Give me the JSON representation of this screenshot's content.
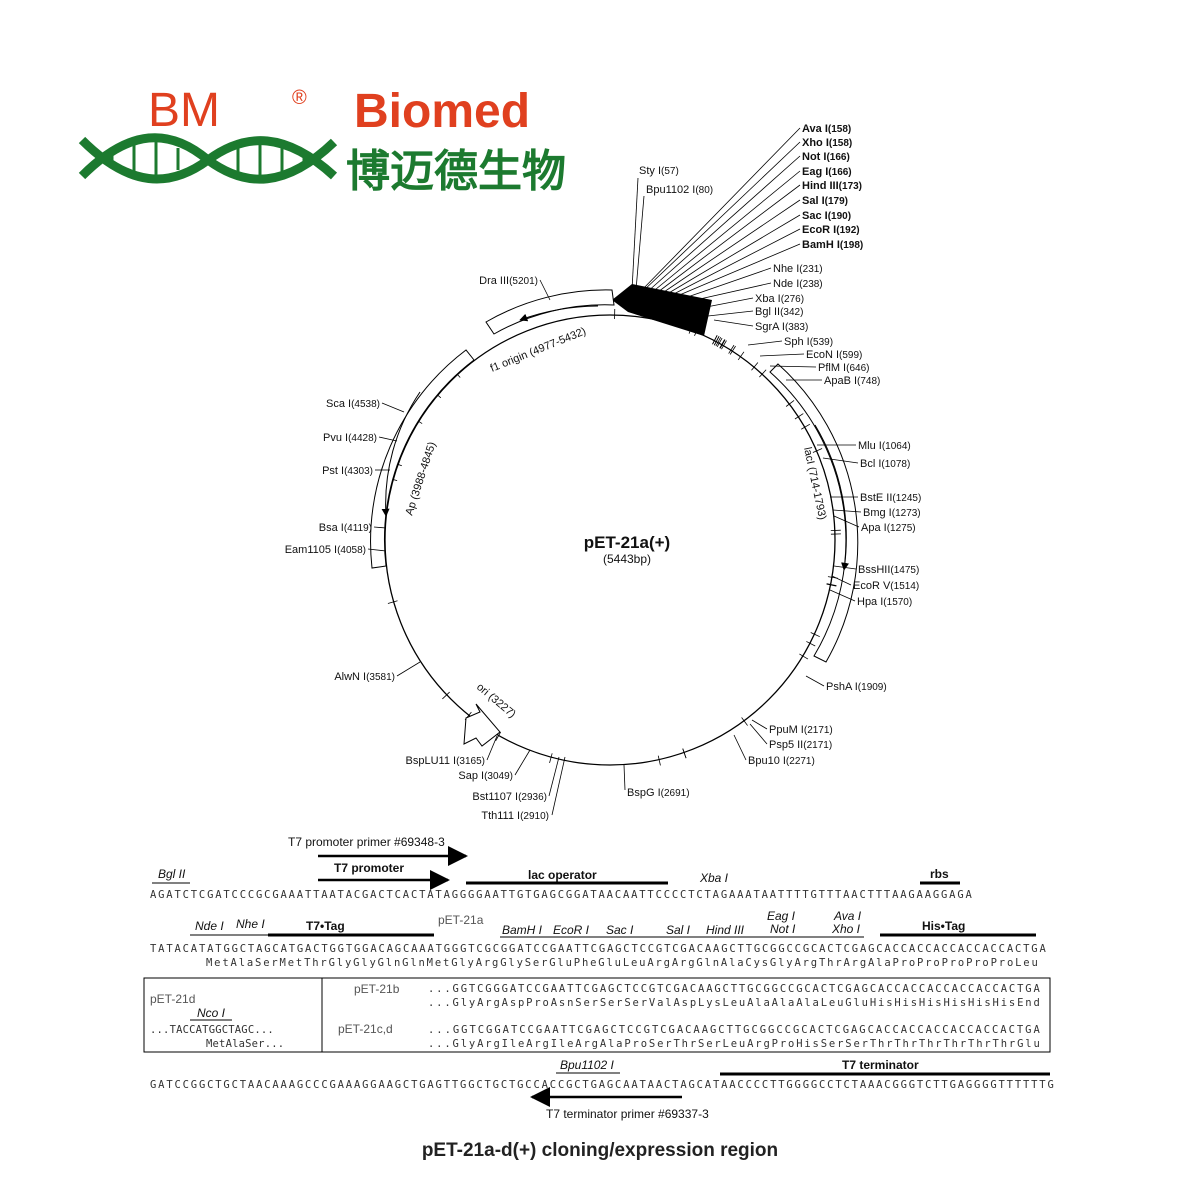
{
  "logo": {
    "bm": "BM",
    "reg": "®",
    "brand": "Biomed",
    "chinese": "博迈德生物",
    "colors": {
      "red": "#e0401f",
      "green": "#1c7a2f"
    }
  },
  "plasmid": {
    "name": "pET-21a(+)",
    "size": "(5443bp)",
    "total_bp": 5443,
    "features": [
      {
        "label": "lacI (714-1793)"
      },
      {
        "label": "Ap (3988-4845)"
      },
      {
        "label": "f1 origin (4977-5432)"
      },
      {
        "label": "ori (3227)"
      }
    ],
    "sites": [
      {
        "name": "Sty I",
        "pos": "(57)",
        "bold": false
      },
      {
        "name": "Bpu1102 I",
        "pos": "(80)",
        "bold": false
      },
      {
        "name": "Ava I",
        "pos": "(158)",
        "bold": true
      },
      {
        "name": "Xho I",
        "pos": "(158)",
        "bold": true
      },
      {
        "name": "Not I",
        "pos": "(166)",
        "bold": true
      },
      {
        "name": "Eag I",
        "pos": "(166)",
        "bold": true
      },
      {
        "name": "Hind III",
        "pos": "(173)",
        "bold": true
      },
      {
        "name": "Sal I",
        "pos": "(179)",
        "bold": true
      },
      {
        "name": "Sac I",
        "pos": "(190)",
        "bold": true
      },
      {
        "name": "EcoR I",
        "pos": "(192)",
        "bold": true
      },
      {
        "name": "BamH I",
        "pos": "(198)",
        "bold": true
      },
      {
        "name": "Nhe I",
        "pos": "(231)",
        "bold": false
      },
      {
        "name": "Nde I",
        "pos": "(238)",
        "bold": false
      },
      {
        "name": "Xba I",
        "pos": "(276)",
        "bold": false
      },
      {
        "name": "Bgl II",
        "pos": "(342)",
        "bold": false
      },
      {
        "name": "SgrA I",
        "pos": "(383)",
        "bold": false
      },
      {
        "name": "Sph I",
        "pos": "(539)",
        "bold": false
      },
      {
        "name": "EcoN I",
        "pos": "(599)",
        "bold": false
      },
      {
        "name": "PflM I",
        "pos": "(646)",
        "bold": false
      },
      {
        "name": "ApaB I",
        "pos": "(748)",
        "bold": false
      },
      {
        "name": "Mlu I",
        "pos": "(1064)",
        "bold": false
      },
      {
        "name": "Bcl I",
        "pos": "(1078)",
        "bold": false
      },
      {
        "name": "BstE II",
        "pos": "(1245)",
        "bold": false
      },
      {
        "name": "Bmg I",
        "pos": "(1273)",
        "bold": false
      },
      {
        "name": "Apa I",
        "pos": "(1275)",
        "bold": false
      },
      {
        "name": "BssHII",
        "pos": "(1475)",
        "bold": false
      },
      {
        "name": "EcoR V",
        "pos": "(1514)",
        "bold": false
      },
      {
        "name": "Hpa I",
        "pos": "(1570)",
        "bold": false
      },
      {
        "name": "PshA I",
        "pos": "(1909)",
        "bold": false
      },
      {
        "name": "PpuM I",
        "pos": "(2171)",
        "bold": false
      },
      {
        "name": "Psp5 II",
        "pos": "(2171)",
        "bold": false
      },
      {
        "name": "Bpu10 I",
        "pos": "(2271)",
        "bold": false
      },
      {
        "name": "BspG I",
        "pos": "(2691)",
        "bold": false
      },
      {
        "name": "Tth111 I",
        "pos": "(2910)",
        "bold": false
      },
      {
        "name": "Bst1107 I",
        "pos": "(2936)",
        "bold": false
      },
      {
        "name": "Sap I",
        "pos": "(3049)",
        "bold": false
      },
      {
        "name": "BspLU11 I",
        "pos": "(3165)",
        "bold": false
      },
      {
        "name": "AlwN I",
        "pos": "(3581)",
        "bold": false
      },
      {
        "name": "Eam1105 I",
        "pos": "(4058)",
        "bold": false
      },
      {
        "name": "Bsa I",
        "pos": "(4119)",
        "bold": false
      },
      {
        "name": "Pst I",
        "pos": "(4303)",
        "bold": false
      },
      {
        "name": "Pvu I",
        "pos": "(4428)",
        "bold": false
      },
      {
        "name": "Sca I",
        "pos": "(4538)",
        "bold": false
      },
      {
        "name": "Dra III",
        "pos": "(5201)",
        "bold": false
      }
    ]
  },
  "region": {
    "primer1": "T7 promoter primer #69348-3",
    "promoter": "T7 promoter",
    "lac_operator": "lac operator",
    "xba": "Xba I",
    "bgl": "Bgl II",
    "rbs": "rbs",
    "seq1": "AGATCTCGATCCCGCGAAATTAATACGACTCACTATAGGGGAATTGTGAGCGGATAACAATTCCCCTCTAGAAATAATTTTGTTTAACTTTAAGAAGGAGA",
    "nde": "Nde I",
    "nhe": "Nhe I",
    "t7tag": "T7•Tag",
    "pet21a": "pET-21a",
    "bamh": "BamH I",
    "ecor": "EcoR I",
    "sac": "Sac I",
    "sal": "Sal I",
    "hind": "Hind III",
    "eag": "Eag I",
    "not": "Not I",
    "ava": "Ava I",
    "xho": "Xho I",
    "histag": "His•Tag",
    "seq2": "TATACATATGGCTAGCATGACTGGTGGACAGCAAATGGGTCGCGGATCCGAATTCGAGCTCCGTCGACAAGCTTGCGGCCGCACTCGAGCACCACCACCACCACCACTGA",
    "aa2": "MetAlaSerMetThrGlyGlyGlnGlnMetGlyArgGlySerGluPheGluLeuArgArgGlnAlaCysGlyArgThrArgAlaProProProProProLeu",
    "pet21d": "pET-21d",
    "nco": "Nco I",
    "d_seq": "...TACCATGGCTAGC...",
    "d_aa": "MetAlaSer...",
    "pet21b": "pET-21b",
    "b_seq": "...GGTCGGGATCCGAATTCGAGCTCCGTCGACAAGCTTGCGGCCGCACTCGAGCACCACCACCACCACCACTGA",
    "b_aa": "...GlyArgAspProAsnSerSerSerValAspLysLeuAlaAlaAlaLeuGluHisHisHisHisHisHisEnd",
    "pet21cd": "pET-21c,d",
    "cd_seq": "...GGTCGGATCCGAATTCGAGCTCCGTCGACAAGCTTGCGGCCGCACTCGAGCACCACCACCACCACCACTGA",
    "cd_aa": "...GlyArgIleArgIleArgAlaProSerThrSerLeuArgProHisSerSerThrThrThrThrThrThrGlu",
    "bpu": "Bpu1102 I",
    "t7term": "T7 terminator",
    "seq3": "GATCCGGCTGCTAACAAAGCCCGAAAGGAAGCTGAGTTGGCTGCTGCCACCGCTGAGCAATAACTAGCATAACCCCTTGGGGCCTCTAAACGGGTCTTGAGGGGTTTTTTG",
    "primer2": "T7 terminator primer #69337-3",
    "caption": "pET-21a-d(+) cloning/expression region"
  }
}
